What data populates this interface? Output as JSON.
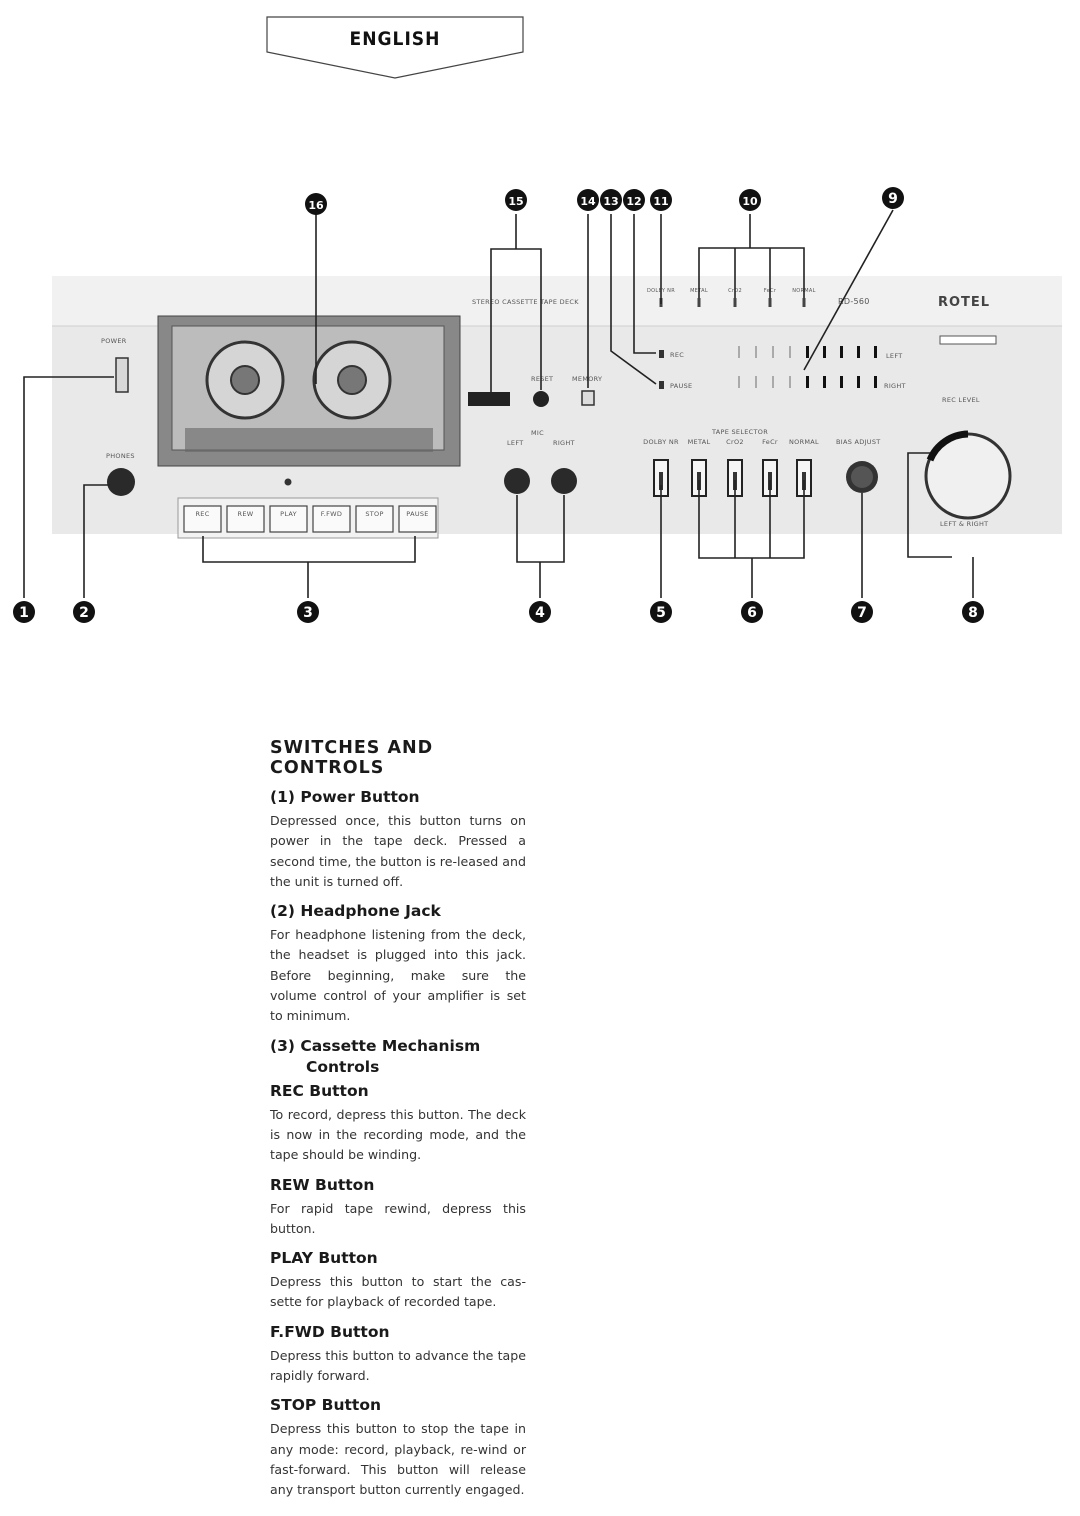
{
  "banner": {
    "title": "ENGLISH"
  },
  "device": {
    "brand": "ROTEL",
    "model": "RD-560",
    "deck_label": "STEREO CASSETTE TAPE DECK",
    "power_label": "POWER",
    "phones_label": "PHONES",
    "transport": [
      "REC",
      "REW",
      "PLAY",
      "F.FWD",
      "STOP",
      "PAUSE"
    ],
    "reset_label": "RESET",
    "memory_label": "MEMORY",
    "mic_label": "MIC",
    "mic_left": "LEFT",
    "mic_right": "RIGHT",
    "rec_indicator": "REC",
    "pause_indicator": "PAUSE",
    "tape_selector_label": "TAPE SELECTOR",
    "selector_top": [
      "DOLBY NR",
      "METAL",
      "CrO2",
      "FeCr",
      "NORMAL"
    ],
    "selector_bottom": [
      "DOLBY NR",
      "METAL",
      "CrO2",
      "FeCr",
      "NORMAL"
    ],
    "bias_label": "BIAS ADJUST",
    "rec_level_label": "REC LEVEL",
    "rec_level_sub": "LEFT & RIGHT",
    "meter_left": "LEFT",
    "meter_right": "RIGHT"
  },
  "callouts": [
    "1",
    "2",
    "3",
    "4",
    "5",
    "6",
    "7",
    "8",
    "9",
    "10",
    "11",
    "12",
    "13",
    "14",
    "15",
    "16"
  ],
  "manual": {
    "section_title": "SWITCHES AND CONTROLS",
    "items": [
      {
        "heading": "(1)  Power Button",
        "body": "Depressed once, this button turns on power in the tape deck. Pressed a second time, the button is re-leased and the unit is turned off."
      },
      {
        "heading": "(2)  Headphone Jack",
        "body": "For headphone listening from the deck, the headset is plugged into this jack. Before beginning, make sure the volume control of your amplifier is set to minimum."
      },
      {
        "heading": "(3)  Cassette Mechanism",
        "heading2": "Controls"
      },
      {
        "heading": "REC Button",
        "body": "To record, depress this button. The deck is now in the recording mode, and the tape should be winding."
      },
      {
        "heading": "REW Button",
        "body": "For rapid tape rewind, depress this button."
      },
      {
        "heading": "PLAY Button",
        "body": "Depress this button to start the cas-sette for playback of recorded tape."
      },
      {
        "heading": "F.FWD Button",
        "body": "Depress this button to advance the tape rapidly forward."
      },
      {
        "heading": "STOP Button",
        "body": "Depress this button to stop the tape in any mode: record, playback, re-wind or fast-forward. This button will release any transport button currently engaged."
      }
    ]
  }
}
